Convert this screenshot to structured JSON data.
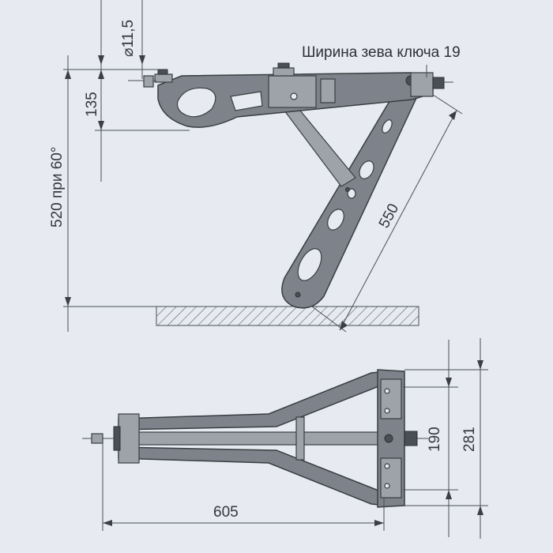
{
  "labels": {
    "wrench_width": "Ширина зева ключа 19",
    "hole_diameter": "⌀11,5",
    "height_135": "135",
    "height_520": "520 при 60°",
    "length_550": "550",
    "width_190": "190",
    "width_281": "281",
    "length_605": "605"
  },
  "colors": {
    "background": "#e7ebf1",
    "metal": "#7e838b",
    "line": "#4a4e55"
  }
}
